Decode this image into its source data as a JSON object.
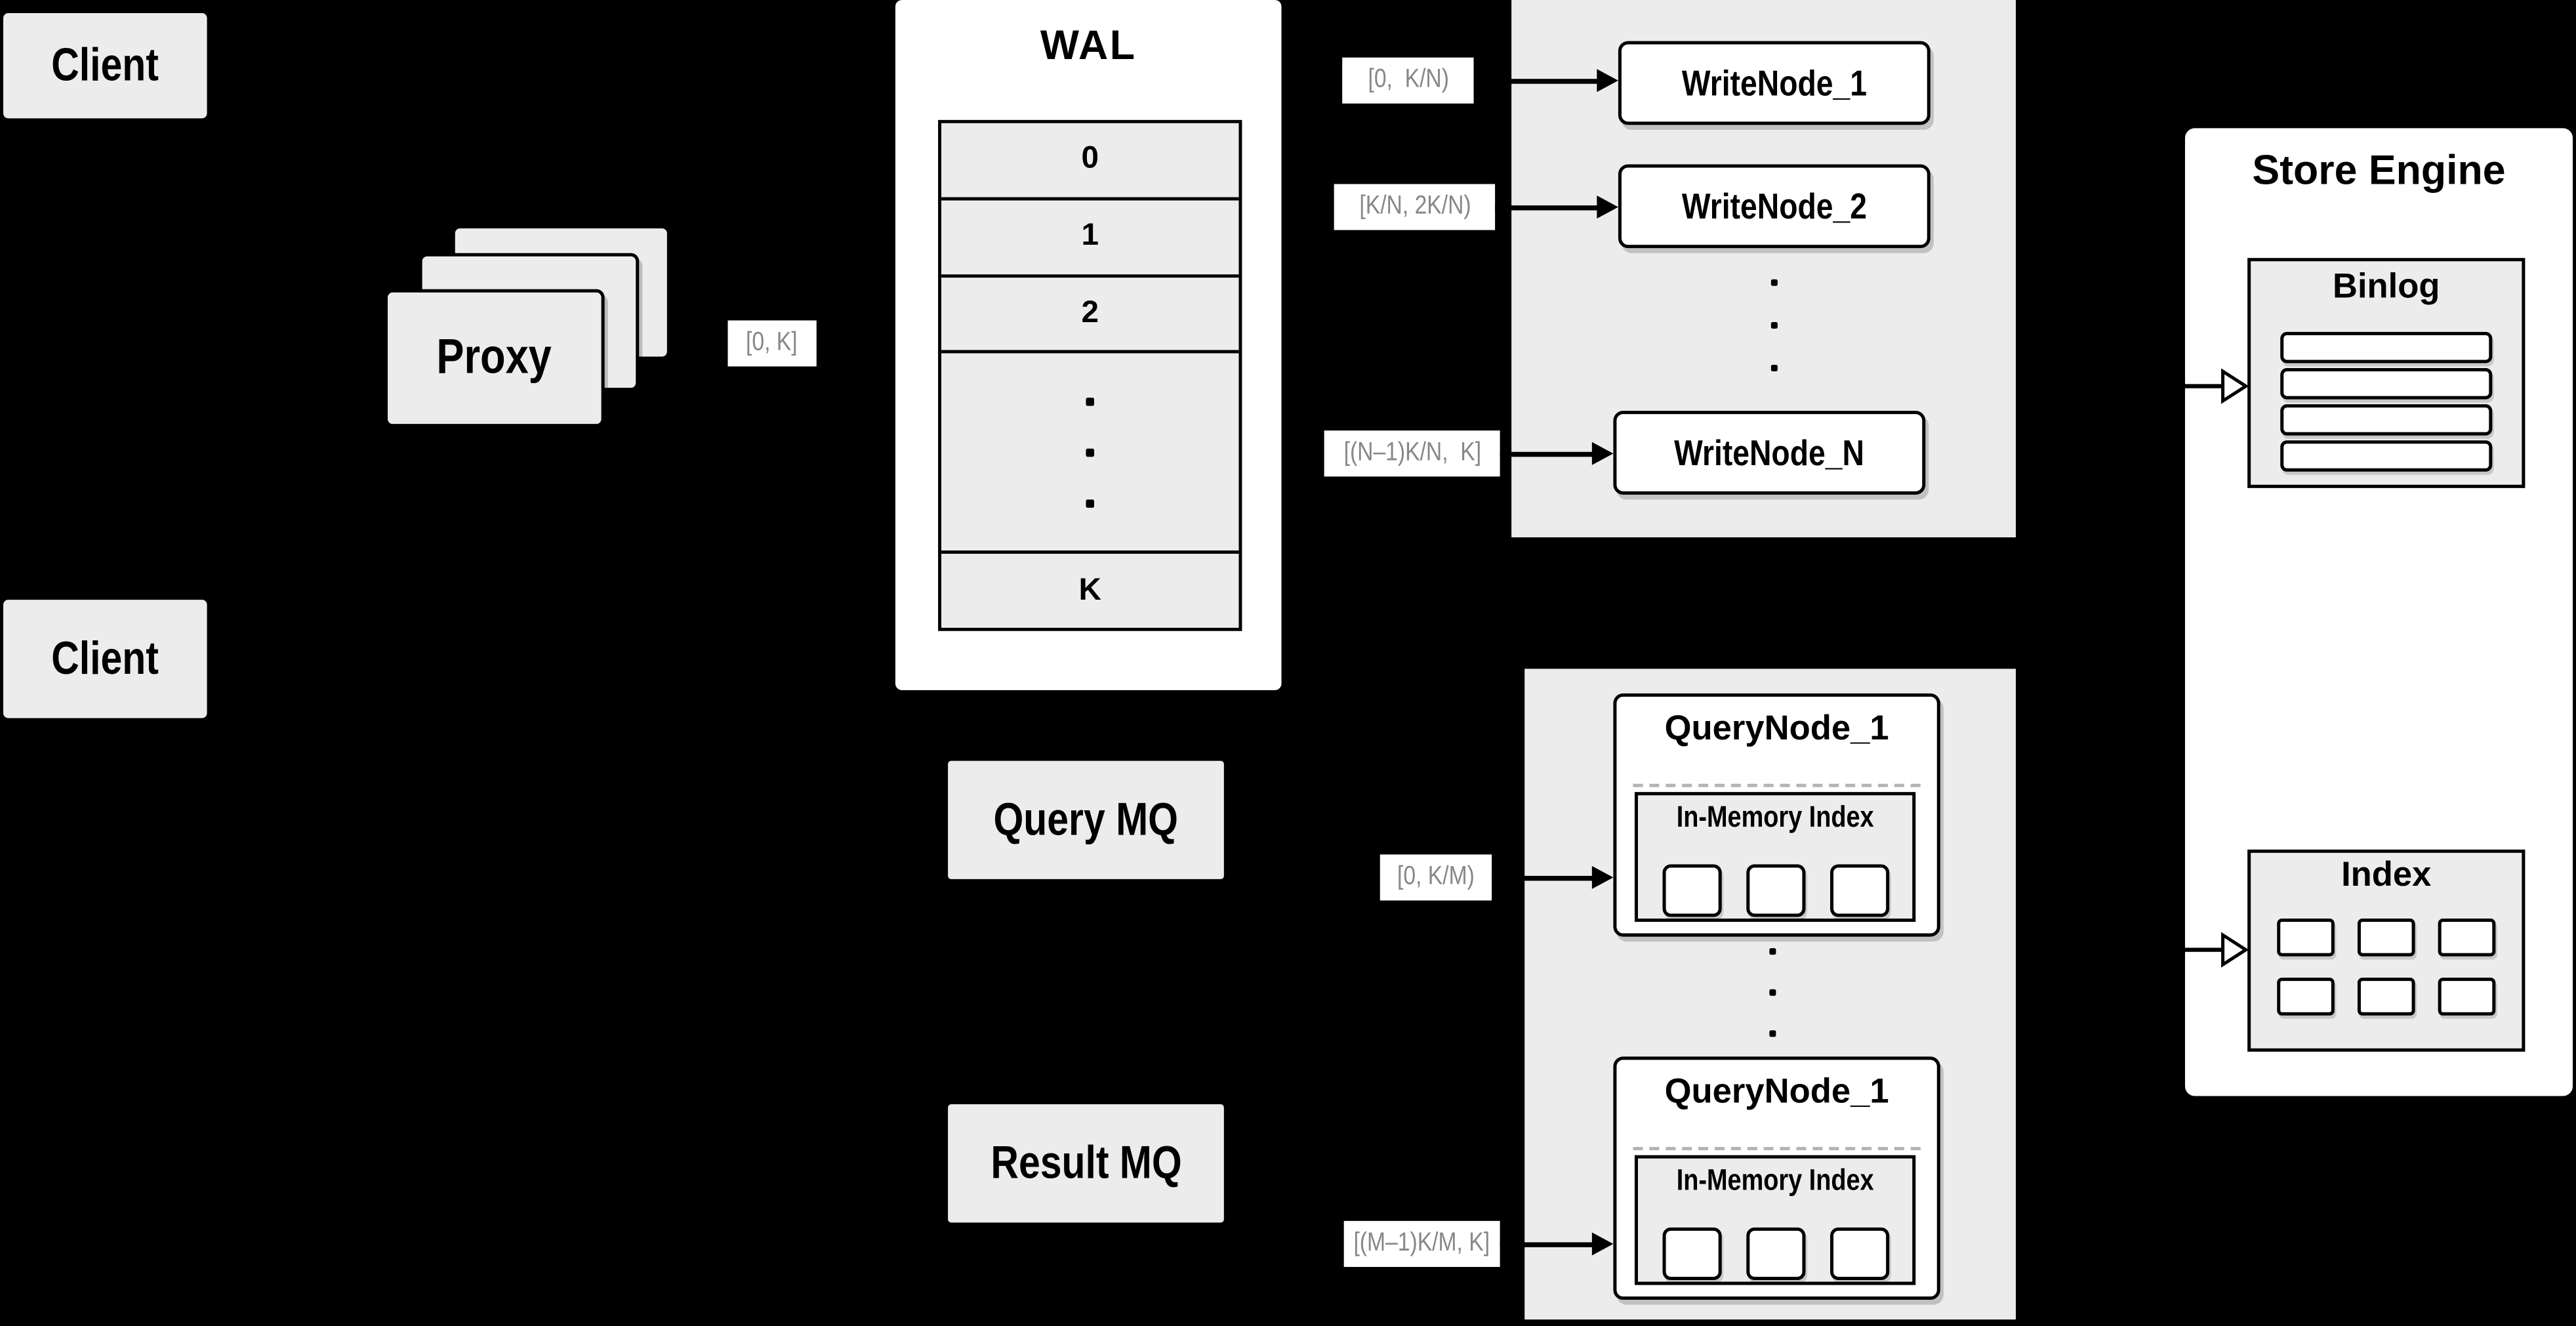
{
  "colors": {
    "background": "#000000",
    "panel_gray": "#ececec",
    "box_white": "#ffffff",
    "border_black": "#000000",
    "range_label_text": "#878787"
  },
  "clients": {
    "top_label": "Client",
    "bottom_label": "Client"
  },
  "proxy": {
    "label": "Proxy"
  },
  "wal": {
    "title": "WAL",
    "row_0": "0",
    "row_1": "1",
    "row_2": "2",
    "row_k": "K"
  },
  "write_nodes": {
    "node_1": "WriteNode_1",
    "node_2": "WriteNode_2",
    "node_n": "WriteNode_N"
  },
  "query_nodes": {
    "top_title": "QueryNode_1",
    "top_inner_title": "In-Memory Index",
    "bottom_title": "QueryNode_1",
    "bottom_inner_title": "In-Memory Index"
  },
  "mq": {
    "query_label": "Query MQ",
    "result_label": "Result MQ"
  },
  "store_engine": {
    "title": "Store Engine",
    "binlog_title": "Binlog",
    "index_title": "Index"
  },
  "range_labels": {
    "proxy_out": "[0, K]",
    "write_1": "[0,  K/N)",
    "write_2": "[K/N, 2K/N)",
    "write_n": "[(N–1)K/N,  K]",
    "query_1": "[0, K/M)",
    "query_m": "[(M–1)K/M, K]"
  }
}
